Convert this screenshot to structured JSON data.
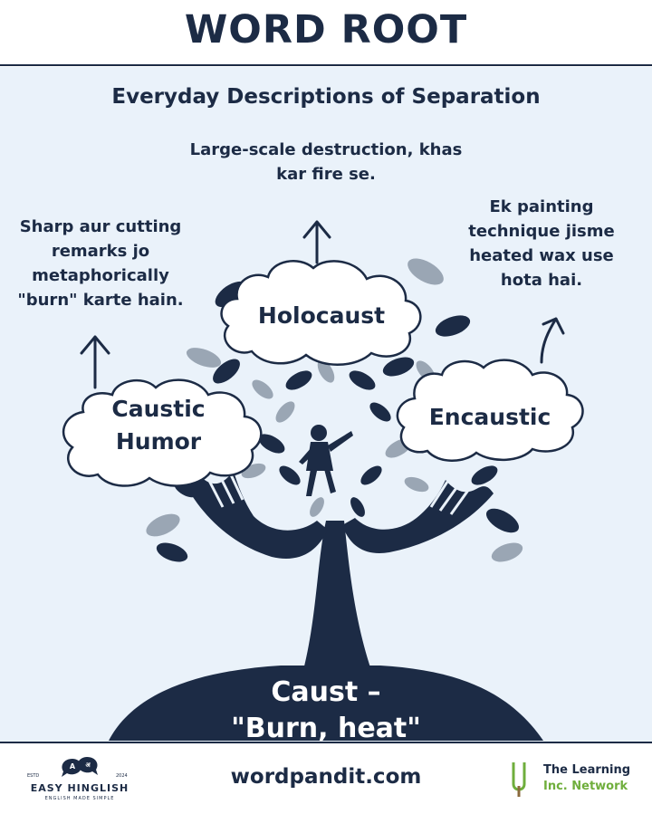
{
  "header": {
    "title": "WORD ROOT"
  },
  "subtitle": "Everyday Descriptions of Separation",
  "root": {
    "line1": "Caust –",
    "line2": "\"Burn, heat\""
  },
  "branches": [
    {
      "word_line1": "Holocaust",
      "word_line2": "",
      "description": [
        "Large-scale destruction, khas",
        "kar fire se."
      ]
    },
    {
      "word_line1": "Caustic",
      "word_line2": "Humor",
      "description": [
        "Sharp aur cutting",
        "remarks jo",
        "metaphorically",
        "\"burn\" karte hain."
      ]
    },
    {
      "word_line1": "Encaustic",
      "word_line2": "",
      "description": [
        "Ek painting",
        "technique jisme",
        "heated wax use",
        "hota hai."
      ]
    }
  ],
  "footer": {
    "website": "wordpandit.com",
    "left_logo": {
      "name": "EASY HINGLISH",
      "tagline": "ENGLISH MADE SIMPLE",
      "estd": "ESTD",
      "year": "2024",
      "badge_a": "A",
      "badge_b": "अ"
    },
    "right_logo": {
      "line1": "The Learning",
      "line2": "Inc. Network"
    }
  },
  "colors": {
    "navy": "#1c2b45",
    "panel": "#eaf2fa",
    "leaf_gray": "#9aa6b4",
    "green": "#6fae3c"
  }
}
